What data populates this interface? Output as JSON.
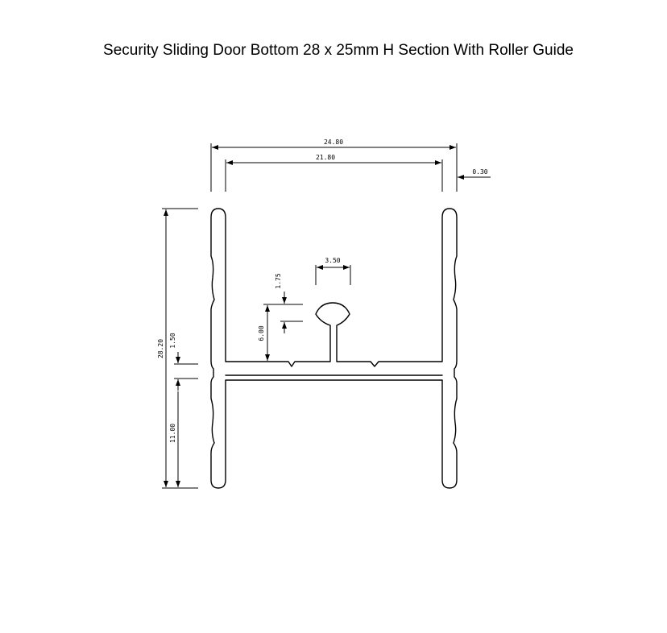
{
  "title": "Security Sliding Door Bottom 28 x 25mm H Section With Roller Guide",
  "dimensions": {
    "overall_width": "24.80",
    "inner_width": "21.80",
    "wall_thickness": "0.30",
    "guide_width": "3.50",
    "guide_head": "1.75",
    "guide_height": "6.00",
    "overall_height": "28.20",
    "web_thickness": "1.50",
    "lower_leg": "11.00"
  }
}
